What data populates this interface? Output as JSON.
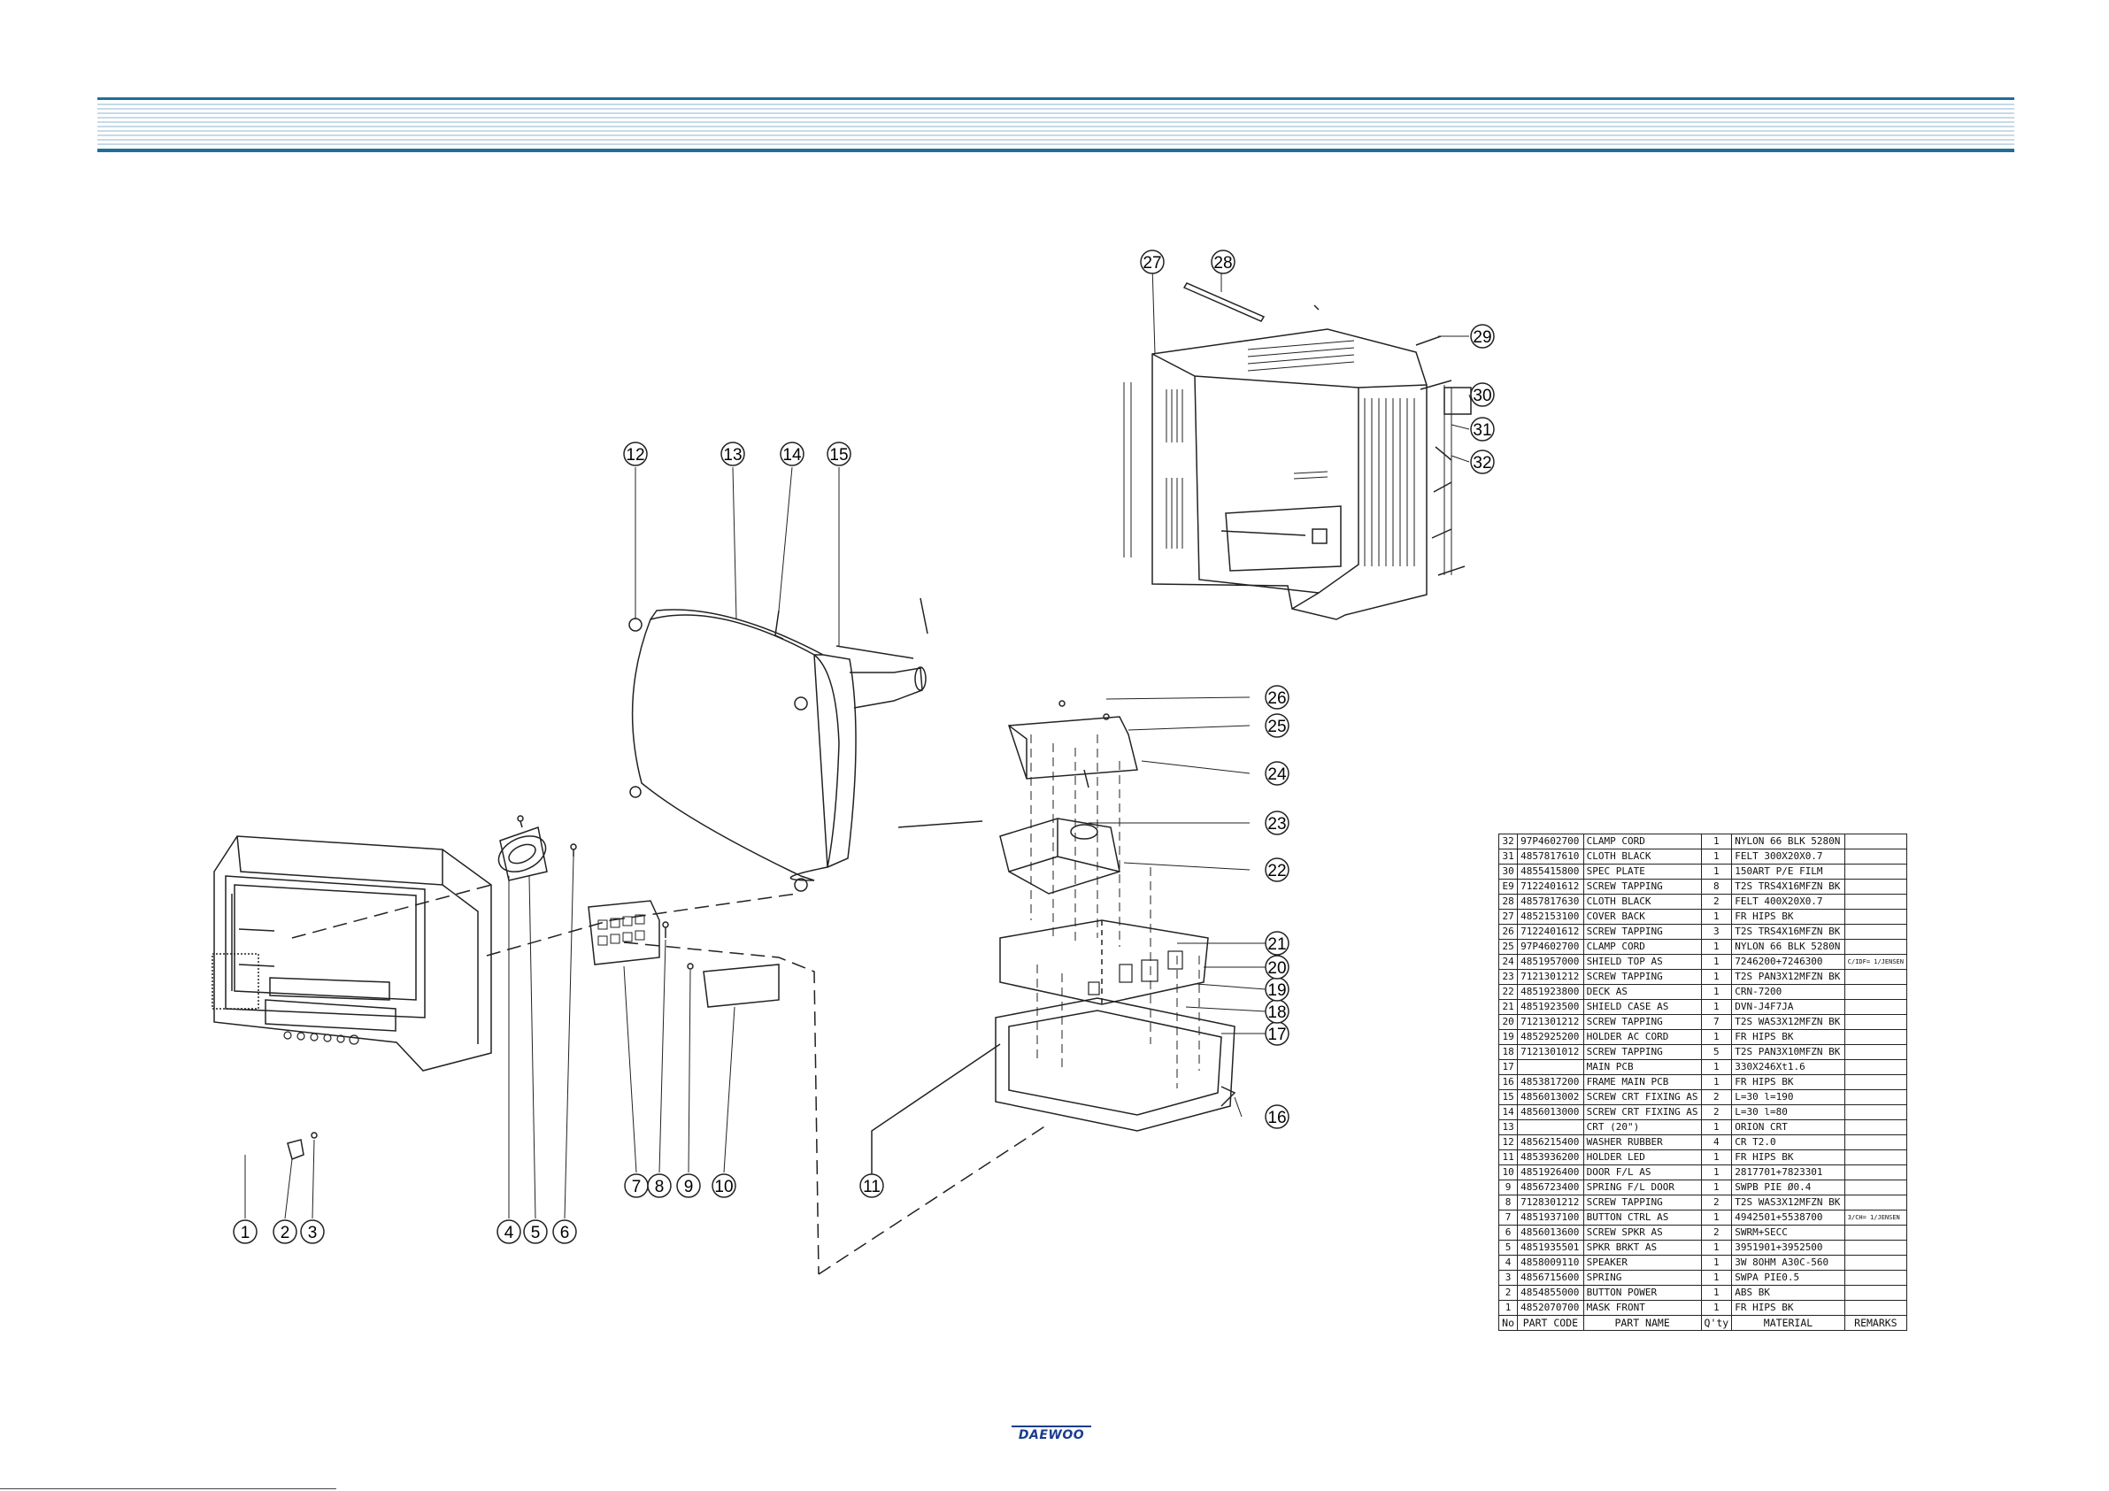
{
  "callouts": [
    "1",
    "2",
    "3",
    "4",
    "5",
    "6",
    "7",
    "8",
    "9",
    "10",
    "11",
    "12",
    "13",
    "14",
    "15",
    "16",
    "17",
    "18",
    "19",
    "20",
    "21",
    "22",
    "23",
    "24",
    "25",
    "26",
    "27",
    "28",
    "29",
    "30",
    "31",
    "32"
  ],
  "parts_table": {
    "headers": [
      "No",
      "PART CODE",
      "PART NAME",
      "Q'ty",
      "MATERIAL",
      "REMARKS"
    ],
    "rows": [
      {
        "no": "32",
        "code": "97P4602700",
        "name": "CLAMP CORD",
        "qty": "1",
        "material": "NYLON 66 BLK 5280N",
        "remarks": ""
      },
      {
        "no": "31",
        "code": "4857817610",
        "name": "CLOTH BLACK",
        "qty": "1",
        "material": "FELT 300X20X0.7",
        "remarks": ""
      },
      {
        "no": "30",
        "code": "4855415800",
        "name": "SPEC PLATE",
        "qty": "1",
        "material": "150ART P/E FILM",
        "remarks": ""
      },
      {
        "no": "E9",
        "code": "7122401612",
        "name": "SCREW TAPPING",
        "qty": "8",
        "material": "T2S TRS4X16MFZN BK",
        "remarks": ""
      },
      {
        "no": "28",
        "code": "4857817630",
        "name": "CLOTH BLACK",
        "qty": "2",
        "material": "FELT 400X20X0.7",
        "remarks": ""
      },
      {
        "no": "27",
        "code": "4852153100",
        "name": "COVER BACK",
        "qty": "1",
        "material": "FR HIPS BK",
        "remarks": ""
      },
      {
        "no": "26",
        "code": "7122401612",
        "name": "SCREW TAPPING",
        "qty": "3",
        "material": "T2S TRS4X16MFZN BK",
        "remarks": ""
      },
      {
        "no": "25",
        "code": "97P4602700",
        "name": "CLAMP CORD",
        "qty": "1",
        "material": "NYLON 66 BLK 5280N",
        "remarks": ""
      },
      {
        "no": "24",
        "code": "4851957000",
        "name": "SHIELD TOP AS",
        "qty": "1",
        "material": "7246200+7246300",
        "remarks": "C/IDF= 1/JENSEN"
      },
      {
        "no": "23",
        "code": "7121301212",
        "name": "SCREW TAPPING",
        "qty": "1",
        "material": "T2S PAN3X12MFZN BK",
        "remarks": ""
      },
      {
        "no": "22",
        "code": "4851923800",
        "name": "DECK AS",
        "qty": "1",
        "material": "CRN-7200",
        "remarks": ""
      },
      {
        "no": "21",
        "code": "4851923500",
        "name": "SHIELD CASE AS",
        "qty": "1",
        "material": "DVN-J4F7JA",
        "remarks": ""
      },
      {
        "no": "20",
        "code": "7121301212",
        "name": "SCREW TAPPING",
        "qty": "7",
        "material": "T2S WAS3X12MFZN BK",
        "remarks": ""
      },
      {
        "no": "19",
        "code": "4852925200",
        "name": "HOLDER AC CORD",
        "qty": "1",
        "material": "FR HIPS BK",
        "remarks": ""
      },
      {
        "no": "18",
        "code": "7121301012",
        "name": "SCREW TAPPING",
        "qty": "5",
        "material": "T2S PAN3X10MFZN BK",
        "remarks": ""
      },
      {
        "no": "17",
        "code": "",
        "name": "MAIN PCB",
        "qty": "1",
        "material": "330X246Xt1.6",
        "remarks": ""
      },
      {
        "no": "16",
        "code": "4853817200",
        "name": "FRAME MAIN PCB",
        "qty": "1",
        "material": "FR HIPS BK",
        "remarks": ""
      },
      {
        "no": "15",
        "code": "4856013002",
        "name": "SCREW CRT FIXING AS",
        "qty": "2",
        "material": "L=30 l=190",
        "remarks": ""
      },
      {
        "no": "14",
        "code": "4856013000",
        "name": "SCREW CRT FIXING AS",
        "qty": "2",
        "material": "L=30 l=80",
        "remarks": ""
      },
      {
        "no": "13",
        "code": "",
        "name": "CRT (20\")",
        "qty": "1",
        "material": "ORION CRT",
        "remarks": ""
      },
      {
        "no": "12",
        "code": "4856215400",
        "name": "WASHER RUBBER",
        "qty": "4",
        "material": "CR T2.0",
        "remarks": ""
      },
      {
        "no": "11",
        "code": "4853936200",
        "name": "HOLDER LED",
        "qty": "1",
        "material": "FR HIPS BK",
        "remarks": ""
      },
      {
        "no": "10",
        "code": "4851926400",
        "name": "DOOR F/L AS",
        "qty": "1",
        "material": "2817701+7823301",
        "remarks": ""
      },
      {
        "no": "9",
        "code": "4856723400",
        "name": "SPRING F/L DOOR",
        "qty": "1",
        "material": "SWPB PIE Ø0.4",
        "remarks": ""
      },
      {
        "no": "8",
        "code": "7128301212",
        "name": "SCREW TAPPING",
        "qty": "2",
        "material": "T2S WAS3X12MFZN BK",
        "remarks": ""
      },
      {
        "no": "7",
        "code": "4851937100",
        "name": "BUTTON CTRL AS",
        "qty": "1",
        "material": "4942501+5538700",
        "remarks": "3/CH= 1/JENSEN"
      },
      {
        "no": "6",
        "code": "4856013600",
        "name": "SCREW SPKR AS",
        "qty": "2",
        "material": "SWRM+SECC",
        "remarks": ""
      },
      {
        "no": "5",
        "code": "4851935501",
        "name": "SPKR BRKT AS",
        "qty": "1",
        "material": "3951901+3952500",
        "remarks": ""
      },
      {
        "no": "4",
        "code": "4858009110",
        "name": "SPEAKER",
        "qty": "1",
        "material": "3W 8OHM A30C-560",
        "remarks": ""
      },
      {
        "no": "3",
        "code": "4856715600",
        "name": "SPRING",
        "qty": "1",
        "material": "SWPA PIE0.5",
        "remarks": ""
      },
      {
        "no": "2",
        "code": "4854855000",
        "name": "BUTTON POWER",
        "qty": "1",
        "material": "ABS BK",
        "remarks": ""
      },
      {
        "no": "1",
        "code": "4852070700",
        "name": "MASK FRONT",
        "qty": "1",
        "material": "FR HIPS BK",
        "remarks": ""
      }
    ]
  },
  "brand": {
    "logo_text": "DAEWOO",
    "color": "#1a3d8f"
  },
  "colors": {
    "header_band": "#1f6e9a",
    "line": "#222222"
  }
}
